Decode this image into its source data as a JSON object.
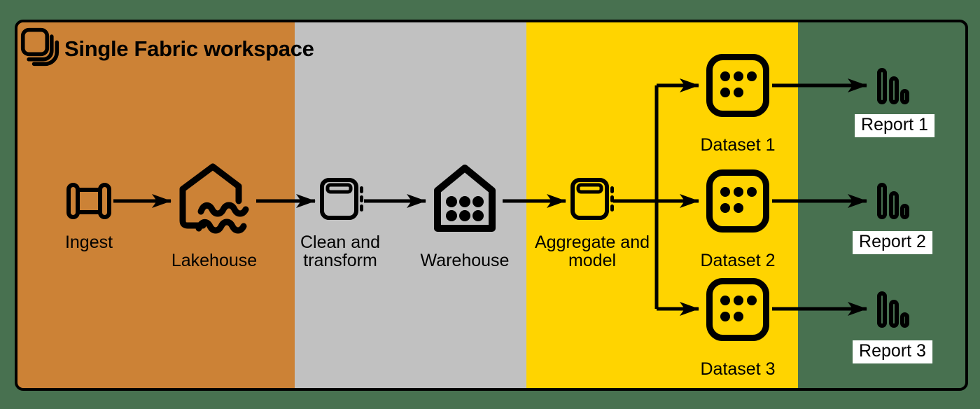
{
  "title": "Single Fabric workspace",
  "colors": {
    "background": "#487150",
    "ingest_zone": "#CC8236",
    "storage_zone": "#C1C1C1",
    "model_zone": "#FFD400",
    "line": "#000000",
    "report_label_bg": "#FFFFFF"
  },
  "zones": [
    {
      "id": "ingest_zone",
      "color": "#CC8236",
      "nodes": [
        "ingest",
        "lakehouse"
      ]
    },
    {
      "id": "storage_zone",
      "color": "#C1C1C1",
      "nodes": [
        "clean_transform",
        "warehouse"
      ]
    },
    {
      "id": "model_zone",
      "color": "#FFD400",
      "nodes": [
        "aggregate_model",
        "dataset1",
        "dataset2",
        "dataset3"
      ]
    },
    {
      "id": "report_zone",
      "color": "transparent",
      "nodes": [
        "report1",
        "report2",
        "report3"
      ]
    }
  ],
  "nodes": {
    "ingest": {
      "label": "Ingest",
      "icon": "pipeline-icon"
    },
    "lakehouse": {
      "label": "Lakehouse",
      "icon": "lakehouse-icon"
    },
    "clean_transform": {
      "label": "Clean and transform",
      "icon": "notebook-icon"
    },
    "warehouse": {
      "label": "Warehouse",
      "icon": "warehouse-icon"
    },
    "aggregate_model": {
      "label": "Aggregate and model",
      "icon": "notebook-icon"
    },
    "dataset1": {
      "label": "Dataset 1",
      "icon": "semantic-model-icon"
    },
    "dataset2": {
      "label": "Dataset 2",
      "icon": "semantic-model-icon"
    },
    "dataset3": {
      "label": "Dataset 3",
      "icon": "semantic-model-icon"
    },
    "report1": {
      "label": "Report 1",
      "icon": "report-icon"
    },
    "report2": {
      "label": "Report 2",
      "icon": "report-icon"
    },
    "report3": {
      "label": "Report 3",
      "icon": "report-icon"
    }
  },
  "edges": [
    {
      "from": "ingest",
      "to": "lakehouse"
    },
    {
      "from": "lakehouse",
      "to": "clean_transform"
    },
    {
      "from": "clean_transform",
      "to": "warehouse"
    },
    {
      "from": "warehouse",
      "to": "aggregate_model"
    },
    {
      "from": "aggregate_model",
      "to": "dataset1"
    },
    {
      "from": "aggregate_model",
      "to": "dataset2"
    },
    {
      "from": "aggregate_model",
      "to": "dataset3"
    },
    {
      "from": "dataset1",
      "to": "report1"
    },
    {
      "from": "dataset2",
      "to": "report2"
    },
    {
      "from": "dataset3",
      "to": "report3"
    }
  ]
}
